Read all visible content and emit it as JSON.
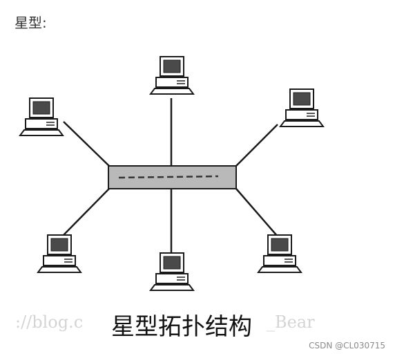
{
  "heading": "星型:",
  "diagram": {
    "caption": "星型拓扑结构",
    "watermark": "://blog.c",
    "watermark_tail": "_Bear",
    "hub_icon": "hub-switch-icon",
    "node_icon": "desktop-computer-icon",
    "colors": {
      "line": "#1a1a1a",
      "hub_fill": "#b9b9b9",
      "hub_dash": "#333333",
      "screen": "#4a4a4a"
    }
  },
  "credit": "CSDN @CL030715"
}
